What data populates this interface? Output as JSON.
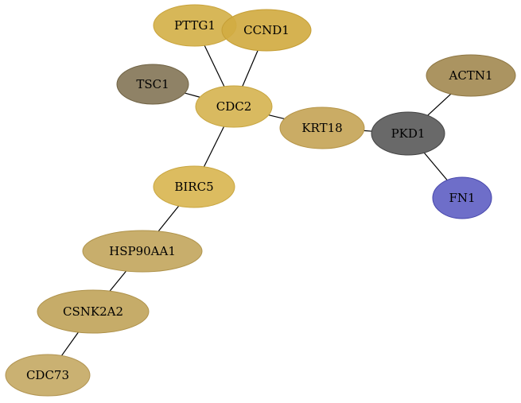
{
  "graph": {
    "nodes": [
      {
        "id": "PTTG1",
        "label": "PTTG1",
        "fill": "#d4b14a",
        "stroke": "#c9a33b"
      },
      {
        "id": "CCND1",
        "label": "CCND1",
        "fill": "#d1ab42",
        "stroke": "#c59e35"
      },
      {
        "id": "TSC1",
        "label": "TSC1",
        "fill": "#857759",
        "stroke": "#6f6244"
      },
      {
        "id": "CDC2",
        "label": "CDC2",
        "fill": "#d6b453",
        "stroke": "#c7a53f"
      },
      {
        "id": "KRT18",
        "label": "KRT18",
        "fill": "#c6a558",
        "stroke": "#b69548"
      },
      {
        "id": "ACTN1",
        "label": "ACTN1",
        "fill": "#a48b54",
        "stroke": "#8f7744"
      },
      {
        "id": "PKD1",
        "label": "PKD1",
        "fill": "#5c5c5c",
        "stroke": "#444444"
      },
      {
        "id": "FN1",
        "label": "FN1",
        "fill": "#6262c4",
        "stroke": "#4646ab"
      },
      {
        "id": "BIRC5",
        "label": "BIRC5",
        "fill": "#d9b653",
        "stroke": "#c9a640"
      },
      {
        "id": "HSP90AA1",
        "label": "HSP90AA1",
        "fill": "#c3a75f",
        "stroke": "#b0944c"
      },
      {
        "id": "CSNK2A2",
        "label": "CSNK2A2",
        "fill": "#c1a55c",
        "stroke": "#ae9149"
      },
      {
        "id": "CDC73",
        "label": "CDC73",
        "fill": "#c6aa66",
        "stroke": "#b29553"
      }
    ],
    "edges": [
      [
        "PTTG1",
        "CDC2"
      ],
      [
        "CCND1",
        "CDC2"
      ],
      [
        "TSC1",
        "CDC2"
      ],
      [
        "CDC2",
        "KRT18"
      ],
      [
        "KRT18",
        "PKD1"
      ],
      [
        "ACTN1",
        "PKD1"
      ],
      [
        "PKD1",
        "FN1"
      ],
      [
        "CDC2",
        "BIRC5"
      ],
      [
        "BIRC5",
        "HSP90AA1"
      ],
      [
        "HSP90AA1",
        "CSNK2A2"
      ],
      [
        "CSNK2A2",
        "CDC73"
      ]
    ]
  }
}
